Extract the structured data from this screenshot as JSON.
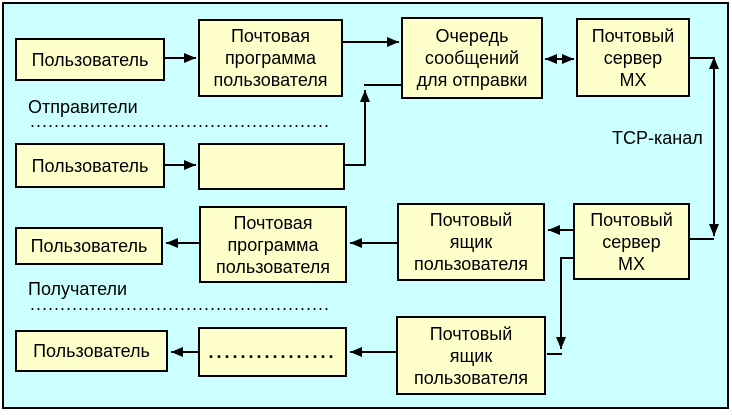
{
  "diagram": {
    "title_semantic": "E-mail delivery architecture diagram",
    "colors": {
      "background": "#CCFFFF",
      "node_fill": "#FFFFCC",
      "line": "#000000",
      "page_margin": "#FFFFFF"
    },
    "nodes": {
      "user_sender_1": "Пользователь",
      "mail_program_sender_1": "Почтовая\nпрограмма\nпользователя",
      "outgoing_queue": "Очередь\nсообщений\nдля отправки",
      "mx_server_sender": "Почтовый\nсервер\nMX",
      "user_sender_2": "Пользователь",
      "mail_program_sender_2": "",
      "user_recipient_1": "Пользователь",
      "mail_program_recipient_1": "Почтовая\nпрограмма\nпользователя",
      "mailbox_recipient_1": "Почтовый\nящик\nпользователя",
      "mx_server_recipient": "Почтовый\nсервер\nMX",
      "user_recipient_2": "Пользователь",
      "mail_program_recipient_2": "................",
      "mailbox_recipient_2": "Почтовый\nящик\nпользователя"
    },
    "labels": {
      "senders": "Отправители",
      "recipients": "Получатели",
      "tcp_channel": "TCP-канал",
      "dotted_separator": ".................................................."
    },
    "edges": [
      {
        "from": "user_sender_1",
        "to": "mail_program_sender_1",
        "direction": "right"
      },
      {
        "from": "mail_program_sender_1",
        "to": "outgoing_queue",
        "direction": "right"
      },
      {
        "from": "user_sender_2",
        "to": "mail_program_sender_2",
        "direction": "right"
      },
      {
        "from": "mail_program_sender_2",
        "to": "outgoing_queue",
        "direction": "up-elbow"
      },
      {
        "from": "outgoing_queue",
        "to": "mx_server_sender",
        "direction": "bidirectional"
      },
      {
        "from": "mx_server_sender",
        "to": "mx_server_recipient",
        "direction": "bidirectional-vertical",
        "label": "TCP-канал"
      },
      {
        "from": "mx_server_recipient",
        "to": "mailbox_recipient_1",
        "direction": "left"
      },
      {
        "from": "mailbox_recipient_1",
        "to": "mail_program_recipient_1",
        "direction": "left"
      },
      {
        "from": "mail_program_recipient_1",
        "to": "user_recipient_1",
        "direction": "left"
      },
      {
        "from": "mx_server_recipient",
        "to": "mailbox_recipient_2",
        "direction": "down-elbow"
      },
      {
        "from": "mailbox_recipient_2",
        "to": "mail_program_recipient_2",
        "direction": "left"
      },
      {
        "from": "mail_program_recipient_2",
        "to": "user_recipient_2",
        "direction": "left"
      }
    ]
  }
}
